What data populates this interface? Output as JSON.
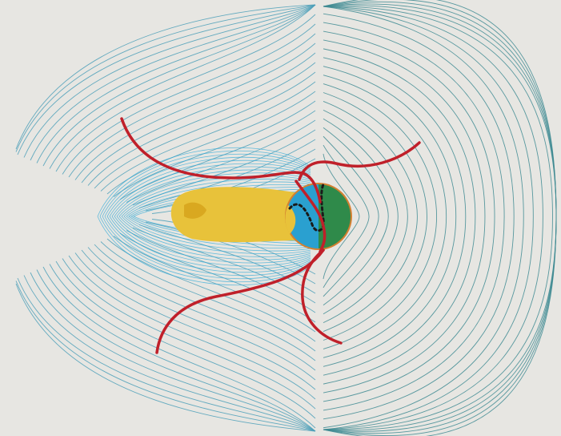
{
  "figure": {
    "background": "#e7e6e2",
    "colors": {
      "field_lines_left": "#4b9fb8",
      "field_lines_right": "#3d8a92",
      "field_lines_dense": "#2aa8d8",
      "tail": "#e8c23a",
      "tail_core": "#d9a820",
      "body_blue": "#2aa0d0",
      "body_green": "#2f8a4a",
      "body_rim": "#d48030",
      "boundary_curves": "#c0202a",
      "dotted_divider": "#1a1a1a"
    },
    "elements": {
      "field_lines": "magnetic-field-lines",
      "tail": "plasma-tail",
      "body": "central-body",
      "boundaries": "red-boundary-curves",
      "divider": "dotted-terminator"
    }
  }
}
